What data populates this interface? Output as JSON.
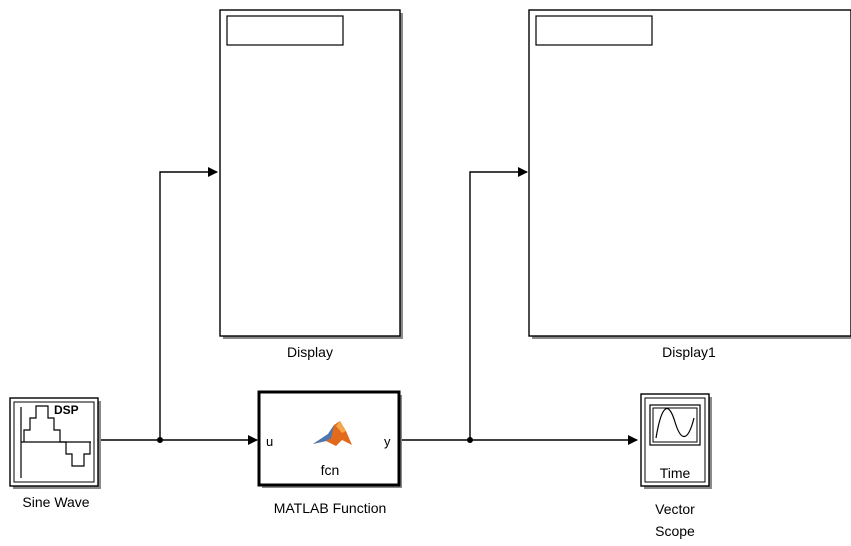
{
  "blocks": {
    "sine_wave": {
      "label": "Sine Wave",
      "badge": "DSP"
    },
    "matlab_function": {
      "label": "MATLAB Function",
      "body": "fcn",
      "input_port": "u",
      "output_port": "y"
    },
    "display": {
      "label": "Display",
      "value": ""
    },
    "display1": {
      "label": "Display1",
      "value": ""
    },
    "vector_scope": {
      "label_line1": "Vector",
      "label_line2": "Scope",
      "mode": "Time"
    }
  },
  "signals": [
    {
      "from": "Sine Wave",
      "to": "MATLAB Function"
    },
    {
      "from": "Sine Wave",
      "to": "Display"
    },
    {
      "from": "MATLAB Function",
      "to": "Vector Scope"
    },
    {
      "from": "MATLAB Function",
      "to": "Display1"
    }
  ],
  "colors": {
    "line": "#000000",
    "block_fill": "#ffffff",
    "block_shadow": "#8a8a8a",
    "matlab_logo": "#e16a1d"
  }
}
